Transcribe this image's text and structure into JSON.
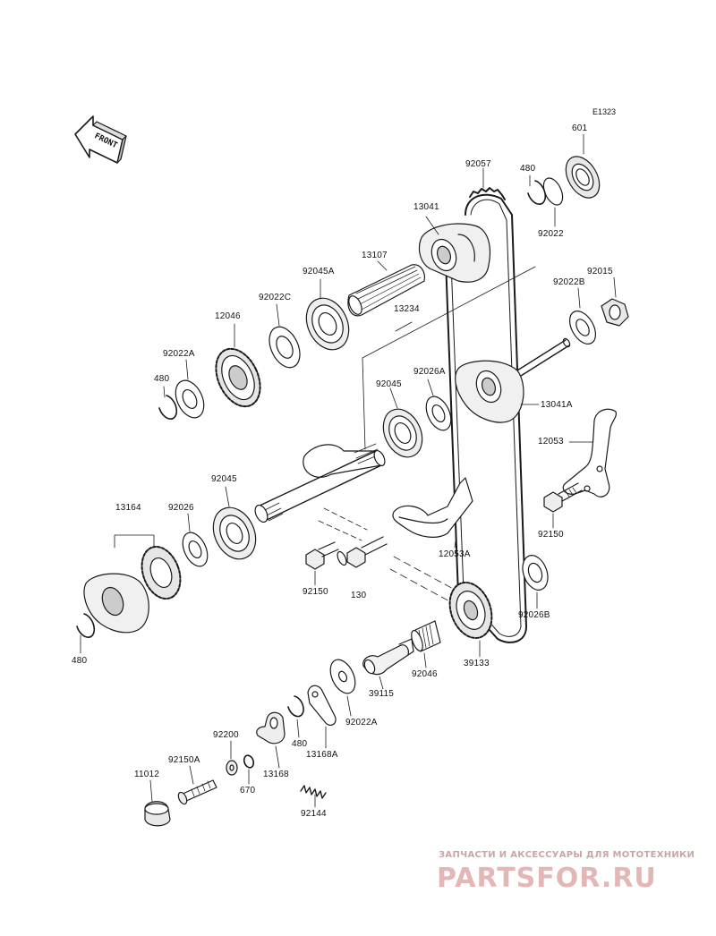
{
  "diagram_code": "E1323",
  "front_label": "FRONT",
  "watermark": {
    "tagline": "ЗАПЧАСТИ И АКСЕССУАРЫ ДЛЯ МОТОТЕХНИКИ",
    "brand": "PARTSFOR.RU"
  },
  "labels": {
    "l601": "601",
    "l92057": "92057",
    "l480_top": "480",
    "l13041": "13041",
    "l92022": "92022",
    "l13107": "13107",
    "l92045A": "92045A",
    "l92015": "92015",
    "l92022C": "92022C",
    "l92022B": "92022B",
    "l12046": "12046",
    "l13234": "13234",
    "l92022A_top": "92022A",
    "l92026A": "92026A",
    "l480_mid": "480",
    "l92045_mid": "92045",
    "l13041A": "13041A",
    "l12053": "12053",
    "l92045_low": "92045",
    "l13164": "13164",
    "l92026": "92026",
    "l92150_right": "92150",
    "l12053A": "12053A",
    "l92150_mid": "92150",
    "l130": "130",
    "l92026B": "92026B",
    "l480_left": "480",
    "l39133": "39133",
    "l92046": "92046",
    "l39115": "39115",
    "l92022A_low": "92022A",
    "l92200": "92200",
    "l480_low": "480",
    "l13168A": "13168A",
    "l92150A": "92150A",
    "l13168": "13168",
    "l11012": "11012",
    "l670": "670",
    "l92144": "92144"
  }
}
